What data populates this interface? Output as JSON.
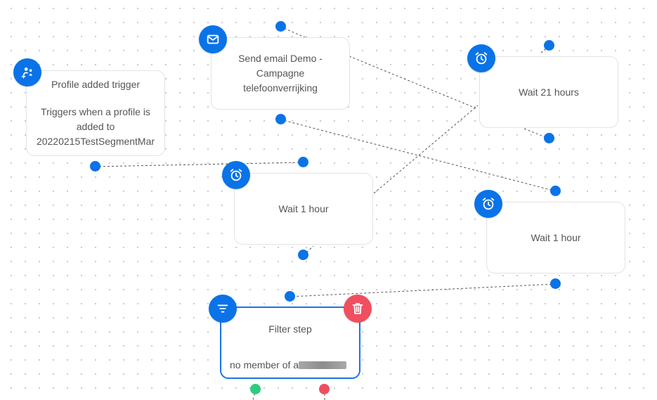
{
  "nodes": {
    "trigger": {
      "title": "Profile added trigger",
      "description": "Triggers when a profile is added to 20220215TestSegmentMar"
    },
    "email": {
      "title": "Send email Demo - Campagne telefoonverrijking"
    },
    "wait_21": {
      "title": "Wait 21 hours"
    },
    "wait_1_left": {
      "title": "Wait 1 hour"
    },
    "wait_1_right": {
      "title": "Wait 1 hour"
    },
    "filter": {
      "title": "Filter step",
      "condition": "no member of a"
    }
  },
  "icons": {
    "trigger": "profile-add-icon",
    "email": "mail-icon",
    "wait": "alarm-clock-icon",
    "filter": "filter-icon",
    "delete": "trash-icon"
  },
  "colors": {
    "accent": "#0a73e8",
    "delete": "#ef4f5f",
    "port_true": "#2ecc83",
    "port_false": "#ef4f5f",
    "selected_border": "#1a73e8"
  }
}
